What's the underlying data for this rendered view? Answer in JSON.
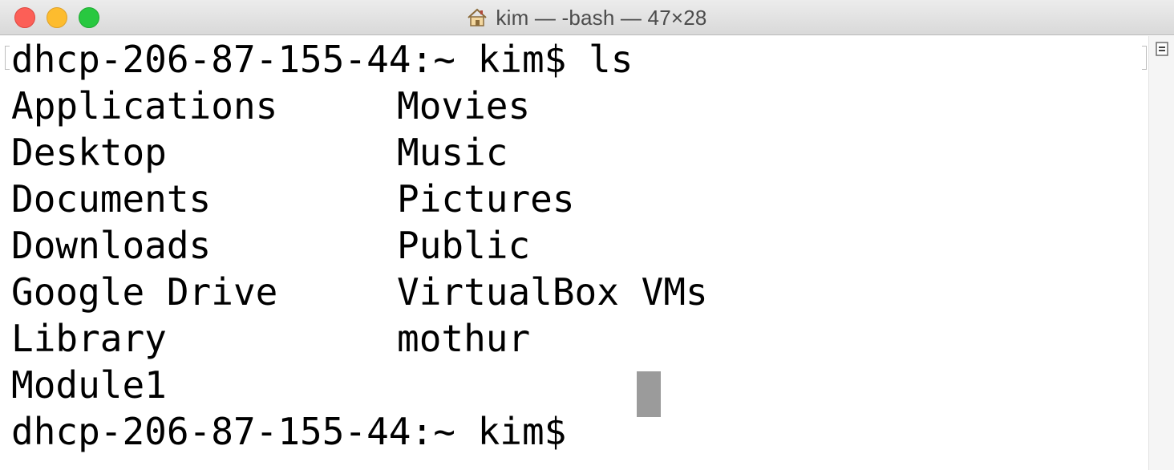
{
  "window": {
    "title": "kim — -bash — 47×28",
    "buttons": {
      "close": "close",
      "minimize": "minimize",
      "zoom": "zoom"
    }
  },
  "terminal": {
    "prompt_command_line": "dhcp-206-87-155-44:~ kim$ ls",
    "listing": {
      "left": [
        "Applications",
        "Desktop",
        "Documents",
        "Downloads",
        "Google Drive",
        "Library",
        "Module1"
      ],
      "right": [
        "Movies",
        "Music",
        "Pictures",
        "Public",
        "VirtualBox VMs",
        "mothur"
      ]
    },
    "current_prompt": "dhcp-206-87-155-44:~ kim$"
  },
  "icons": {
    "title_icon": "home-icon",
    "split_pane": "split-pane-icon"
  },
  "colors": {
    "cursor": "#9b9b9b",
    "close": "#fc5f57",
    "minimize": "#fdbc2e",
    "zoom": "#28c840"
  }
}
